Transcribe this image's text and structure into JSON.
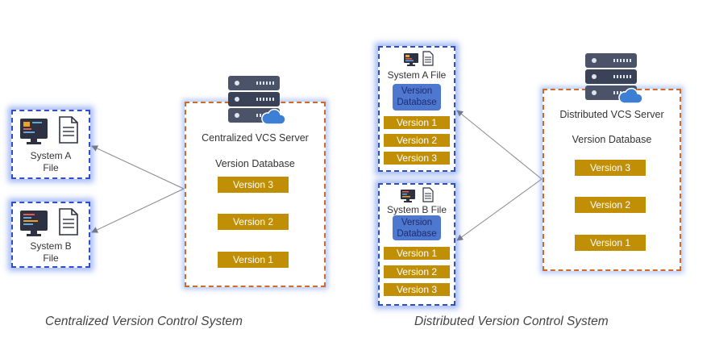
{
  "centralized": {
    "client_a_label": "System A\nFile",
    "client_b_label": "System B\nFile",
    "server_label": "Centralized VCS Server",
    "database_label": "Version Database",
    "versions": [
      "Version 3",
      "Version 2",
      "Version 1"
    ],
    "caption": "Centralized Version Control System"
  },
  "distributed": {
    "client_a_label": "System A File",
    "client_a_db": "Version\nDatabase",
    "client_a_versions": [
      "Version 1",
      "Version 2",
      "Version 3"
    ],
    "client_b_label": "System B File",
    "client_b_db": "Version\nDatabase",
    "client_b_versions": [
      "Version 1",
      "Version 2",
      "Version 3"
    ],
    "server_label": "Distributed VCS Server",
    "database_label": "Version Database",
    "versions": [
      "Version 3",
      "Version 2",
      "Version 1"
    ],
    "caption": "Distributed Version Control System"
  },
  "icons": [
    "monitor-icon",
    "document-icon",
    "server-rack-icon",
    "cloud-icon"
  ],
  "colors": {
    "version_box": "#c08f06",
    "database_box": "#4e78d0",
    "client_border": "#2f4fc4",
    "server_border": "#d2692a",
    "arrow": "#777777"
  }
}
